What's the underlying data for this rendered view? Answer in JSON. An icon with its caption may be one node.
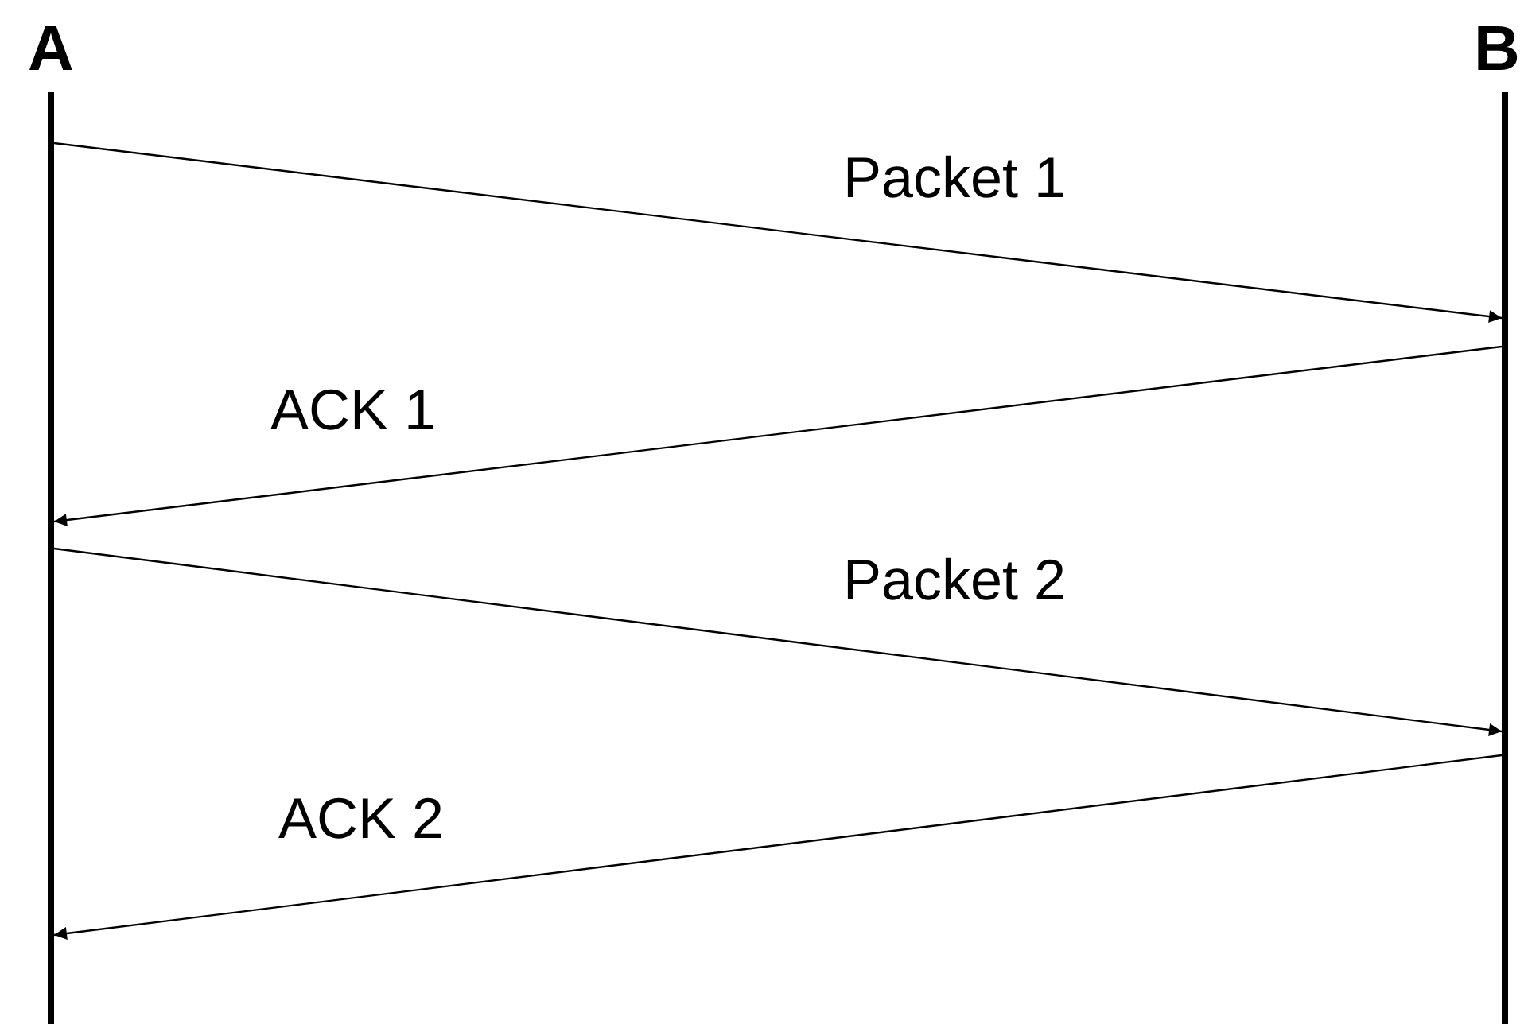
{
  "diagram": {
    "nodes": [
      {
        "text": [
          "A"
        ]
      },
      {
        "text": [
          "B"
        ]
      }
    ],
    "edges": [
      {
        "from": 0,
        "to": 1,
        "arrow": "to",
        "label": "Packet 1"
      },
      {
        "from": 1,
        "to": 0,
        "arrow": "to",
        "label": "ACK 1"
      },
      {
        "from": 0,
        "to": 1,
        "arrow": "to",
        "label": "Packet 2"
      },
      {
        "from": 1,
        "to": 0,
        "arrow": "to",
        "label": "ACK 2"
      }
    ]
  }
}
